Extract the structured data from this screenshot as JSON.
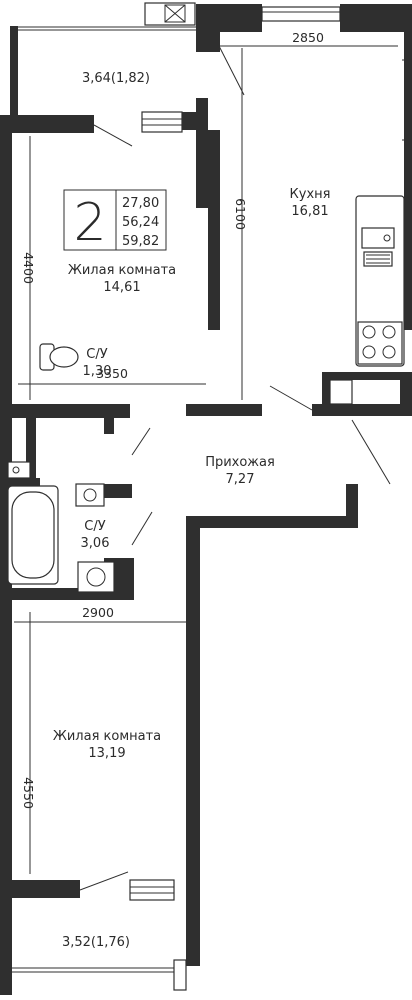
{
  "summary": {
    "rooms_count": "2",
    "area_living": "27,80",
    "area_total": "56,24",
    "area_total_with_balcony": "59,82"
  },
  "rooms": {
    "balcony_top": "3,64(1,82)",
    "kitchen_name": "Кухня",
    "kitchen_area": "16,81",
    "living1_name": "Жилая комната",
    "living1_area": "14,61",
    "bath_small_name": "С/У",
    "bath_small_area": "1,30",
    "hall_name": "Прихожая",
    "hall_area": "7,27",
    "bath_big_name": "С/У",
    "bath_big_area": "3,06",
    "living2_name": "Жилая комната",
    "living2_area": "13,19",
    "balcony_bottom": "3,52(1,76)"
  },
  "dimensions": {
    "kitchen_width": "2850",
    "kitchen_length": "6100",
    "living1_height": "4400",
    "living1_width": "3350",
    "living2_width": "2900",
    "living2_height": "4550"
  }
}
